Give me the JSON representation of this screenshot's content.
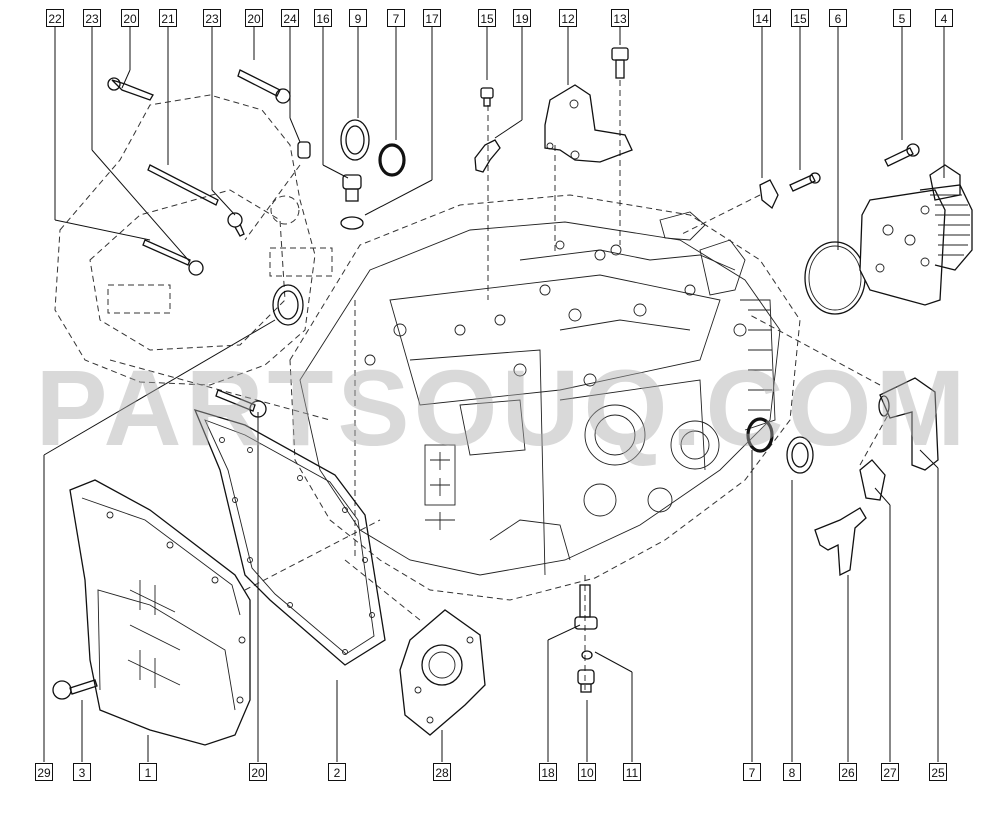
{
  "watermark": "PARTSOUQ.COM",
  "callouts": {
    "top": [
      "22",
      "23",
      "20",
      "21",
      "23",
      "20",
      "24",
      "16",
      "9",
      "7",
      "17",
      "15",
      "19",
      "12",
      "13",
      "14",
      "15",
      "6",
      "5",
      "4"
    ],
    "bottom": [
      "29",
      "3",
      "1",
      "20",
      "2",
      "28",
      "18",
      "10",
      "11",
      "7",
      "8",
      "26",
      "27",
      "25"
    ]
  },
  "colors": {
    "line": "#111111",
    "dash": "#333333",
    "watermark": "#aaaaaa"
  }
}
